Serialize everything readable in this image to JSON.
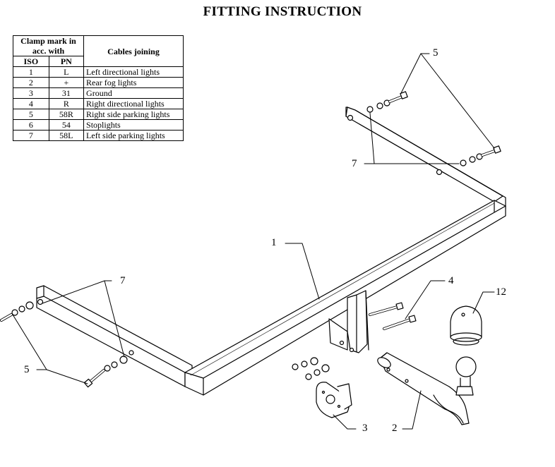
{
  "title": "FITTING INSTRUCTION",
  "table": {
    "header_clamp": "Clamp mark in acc. with",
    "header_cables": "Cables joining",
    "col_iso": "ISO",
    "col_pn": "PN",
    "rows": [
      {
        "iso": "1",
        "pn": "L",
        "desc": "Left directional lights"
      },
      {
        "iso": "2",
        "pn": "+",
        "desc": "Rear fog lights"
      },
      {
        "iso": "3",
        "pn": "31",
        "desc": "Ground"
      },
      {
        "iso": "4",
        "pn": "R",
        "desc": "Right directional lights"
      },
      {
        "iso": "5",
        "pn": "58R",
        "desc": "Right side parking lights"
      },
      {
        "iso": "6",
        "pn": "54",
        "desc": "Stoplights"
      },
      {
        "iso": "7",
        "pn": "58L",
        "desc": "Left side parking lights"
      }
    ]
  },
  "callouts": {
    "c5_top": "5",
    "c7_top": "7",
    "c1": "1",
    "c7_left": "7",
    "c4": "4",
    "c12": "12",
    "c5_left": "5",
    "c3": "3",
    "c2": "2"
  }
}
